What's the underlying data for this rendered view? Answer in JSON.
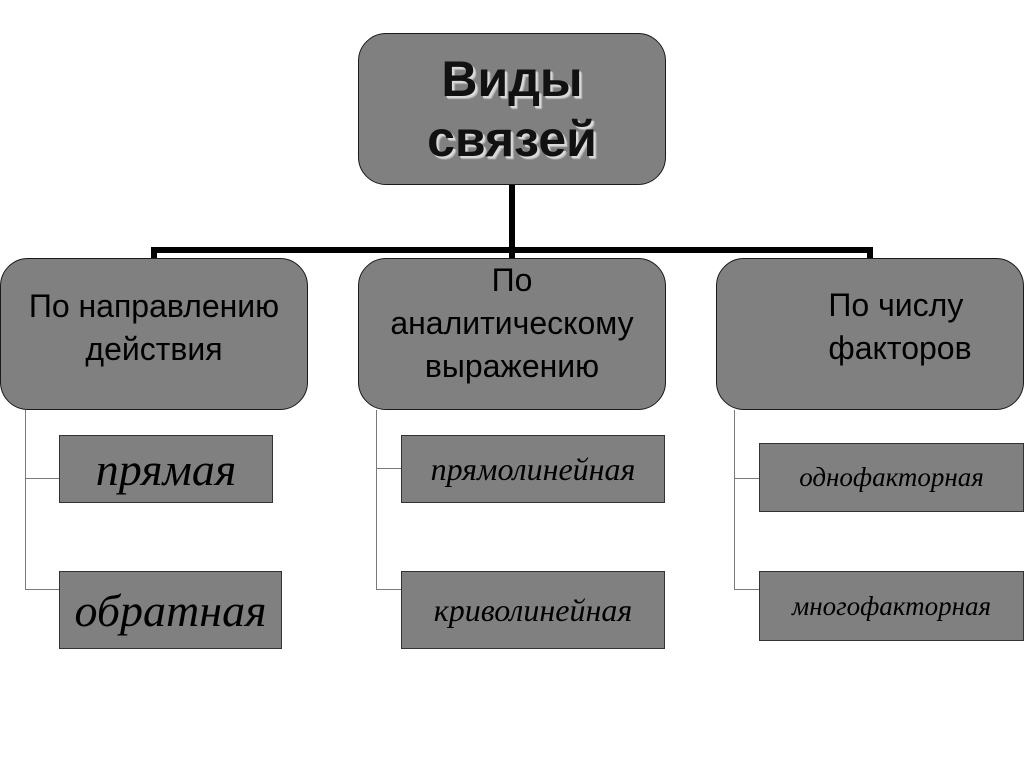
{
  "root": {
    "line1": "Виды",
    "line2": "связей"
  },
  "categories": [
    {
      "lines": [
        "По направлению",
        "действия"
      ],
      "items": [
        "прямая",
        "обратная"
      ]
    },
    {
      "lines": [
        "По",
        "аналитическому",
        "выражению"
      ],
      "items": [
        "прямолинейная",
        "криволинейная"
      ]
    },
    {
      "lines": [
        "По числу",
        "факторов"
      ],
      "items": [
        "однофакторная",
        "многофакторная"
      ]
    }
  ],
  "colors": {
    "box_fill": "#808080",
    "connector": "#000000",
    "sub_connector": "#7a7a7a"
  }
}
